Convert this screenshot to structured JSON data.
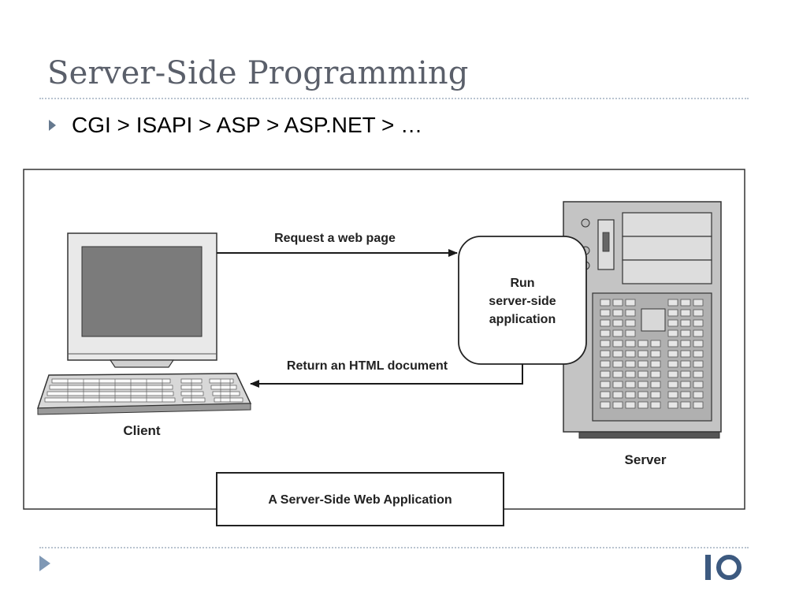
{
  "slide": {
    "title": "Server-Side Programming",
    "bullet": "CGI > ISAPI > ASP > ASP.NET > …"
  },
  "diagram": {
    "client_label": "Client",
    "server_label": "Server",
    "process_box_lines": [
      "Run",
      "server-side",
      "application"
    ],
    "request_label": "Request a web page",
    "response_label": "Return an HTML document",
    "caption": "A Server-Side Web Application"
  },
  "colors": {
    "title": "#5a5f6a",
    "accent": "#66798f",
    "logo": "#3d5a80"
  },
  "icons": {
    "client": "computer-icon",
    "server": "server-tower-icon",
    "footer": "play-triangle-icon",
    "logo": "io-logo-icon"
  }
}
